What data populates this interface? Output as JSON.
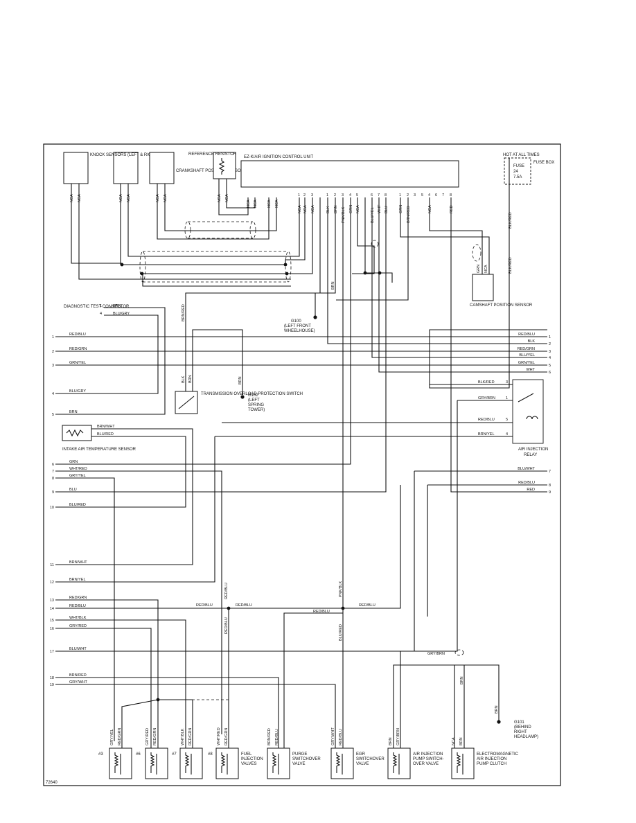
{
  "ecu": {
    "title": "EZ-K/AIR IGNITION CONTROL UNIT"
  },
  "sensors": {
    "knock": "KNOCK SENSORS (LEFT & RIGHT BANKS)",
    "crank": "CRANKSHAFT POSITION SENSOR",
    "refres": "REFERENCE RESISTOR",
    "camshaft": "CAMSHAFT POSITION SENSOR",
    "intake_air": "INTAKE AIR TEMPERATURE SENSOR"
  },
  "hot_label": "HOT AT ALL TIMES",
  "fuse": {
    "title": "FUSE BOX",
    "fuse_name": "FUSE",
    "fuse_num": "24",
    "fuse_amp": "7.5A"
  },
  "diag": {
    "title": "DIAGNOSTIC TEST CONNECTOR",
    "pin1": "1",
    "pin4": "4",
    "wire1": "BRN",
    "wire4": "BLU/GRY"
  },
  "grounds": {
    "g100": [
      "G100",
      "(LEFT FRONT",
      "WHEELHOUSE)"
    ],
    "g102": [
      "G102",
      "(LEFT",
      "SPRING",
      "TOWER)"
    ],
    "g101": [
      "G101",
      "(BEHIND",
      "RIGHT",
      "HEADLAMP)"
    ]
  },
  "switch_label": "TRANSMISSION OVERLOAD PROTECTION SWITCH",
  "relay": {
    "title": [
      "AIR INJECTION",
      "RELAY"
    ],
    "pins": [
      {
        "pin": "3",
        "wire": "BLK/RED"
      },
      {
        "pin": "1",
        "wire": "GRY/BRN"
      },
      {
        "pin": "5",
        "wire": "RED/BLU"
      },
      {
        "pin": "4",
        "wire": "BRN/YEL"
      }
    ]
  },
  "ecu_top_pins": [
    "NCA",
    "NCA",
    "NCA",
    "NCA",
    "NCA",
    "NCA",
    "NCA",
    "NCA"
  ],
  "ecu_pins_a": [
    {
      "num": "1",
      "wire": "NCA"
    },
    {
      "num": "2",
      "wire": "NCA"
    },
    {
      "num": "3",
      "wire": "NCA"
    },
    {
      "num": "1",
      "wire": "BLK"
    },
    {
      "num": "2",
      "wire": "BRN"
    },
    {
      "num": "3",
      "wire": "PNK/BLK"
    },
    {
      "num": "4",
      "wire": "GRN"
    },
    {
      "num": "5",
      "wire": "NCA"
    },
    {
      "num": "6",
      "wire": "BLU/YEL"
    },
    {
      "num": "7",
      "wire": "WHT"
    },
    {
      "num": "8",
      "wire": "BLU"
    }
  ],
  "ecu_pins_b": [
    {
      "num": "1",
      "wire": "GRN"
    },
    {
      "num": "2",
      "wire": "BRN/RED"
    },
    {
      "num": "3",
      "wire": ""
    },
    {
      "num": "4",
      "wire": "NCA"
    },
    {
      "num": "5",
      "wire": ""
    },
    {
      "num": "6",
      "wire": ""
    },
    {
      "num": "7",
      "wire": ""
    },
    {
      "num": "8",
      "wire": "RED"
    }
  ],
  "left_rows": [
    {
      "num": "1",
      "wire": "RED/BLU"
    },
    {
      "num": "2",
      "wire": "RED/GRN"
    },
    {
      "num": "3",
      "wire": "GRN/YEL"
    },
    {
      "num": "4",
      "wire": "BLU/GRY"
    },
    {
      "num": "5",
      "wire": "BRN"
    },
    {
      "num": "6",
      "wire": "GRN"
    },
    {
      "num": "7",
      "wire": "WHT/RED"
    },
    {
      "num": "8",
      "wire": "GRY/YEL"
    },
    {
      "num": "9",
      "wire": "BLU"
    },
    {
      "num": "10",
      "wire": "BLU/RED"
    },
    {
      "num": "11",
      "wire": "BRN/WHT"
    },
    {
      "num": "12",
      "wire": "BRN/YEL"
    },
    {
      "num": "13",
      "wire": "RED/GRN"
    },
    {
      "num": "14",
      "wire": "RED/BLU"
    },
    {
      "num": "15",
      "wire": "WHT/BLK"
    },
    {
      "num": "16",
      "wire": "GRY/RED"
    },
    {
      "num": "17",
      "wire": "BLU/WHT"
    },
    {
      "num": "18",
      "wire": "BRN/RED"
    },
    {
      "num": "19",
      "wire": "GRY/WHT"
    }
  ],
  "right_rows": [
    {
      "num": "1",
      "wire": "RED/BLU"
    },
    {
      "num": "2",
      "wire": "BLK"
    },
    {
      "num": "3",
      "wire": "RED/GRN"
    },
    {
      "num": "4",
      "wire": "BLU/YEL"
    },
    {
      "num": "5",
      "wire": "GRN/YEL"
    },
    {
      "num": "6",
      "wire": "WHT"
    },
    {
      "num": "7",
      "wire": "BLU/WHT"
    },
    {
      "num": "8",
      "wire": "RED/BLU"
    },
    {
      "num": "9",
      "wire": "RED"
    }
  ],
  "intake_wires": [
    "BRN/WHT",
    "BLU/RED"
  ],
  "switch_wires": [
    "BLK",
    "BRN"
  ],
  "g102_wire": "BRN",
  "mid_wires": {
    "brnred": "BRN/RED",
    "redblu_v": "RED/BLU",
    "pnkblk": "PNK/BLK",
    "redblu_a": "RED/BLU",
    "redblu_b": "RED/BLU",
    "redblu_c": "RED/BLU",
    "redblu_d": "RED/BLU",
    "redblu_v2": "RED/BLU",
    "grybrn": "GRY/BRN",
    "brn_v": "BRN",
    "brn_v2": "BRN",
    "blured_v": "BLU/RED",
    "blkred_v": "BLK/RED",
    "brn_b": "BRN"
  },
  "injectors": [
    {
      "label": "#3",
      "w1": "GRY/YEL",
      "w2": "RED/GRN"
    },
    {
      "label": "#6",
      "w1": "GRY/RED",
      "w2": "RED/GRN"
    },
    {
      "label": "#7",
      "w1": "WHT/BLK",
      "w2": "RED/GRN"
    },
    {
      "label": "#8",
      "w1": "WHT/RED",
      "w2": "RED/GRN"
    }
  ],
  "fuel_label": [
    "FUEL",
    "INJECTION",
    "VALVES"
  ],
  "purge": {
    "label": [
      "PURGE",
      "SWITCHOVER",
      "VALVE"
    ],
    "w1": "BRN/RED",
    "w2": "RED/BLU"
  },
  "egr": {
    "label": [
      "EGR",
      "SWITCHOVER",
      "VALVE"
    ],
    "w1": "GRY/WHT",
    "w2": "RED/BLU"
  },
  "airpump": {
    "label": [
      "AIR INJECTION",
      "PUMP SWITCH-",
      "OVER VALVE"
    ],
    "w1": "BRN",
    "w2": "GRY/BRN"
  },
  "clutch": {
    "label": [
      "ELECTROMAGNETIC",
      "AIR INJECTION",
      "PUMP CLUTCH"
    ],
    "w1": "NCA",
    "w2": "BRN"
  },
  "figure_id": "72640"
}
